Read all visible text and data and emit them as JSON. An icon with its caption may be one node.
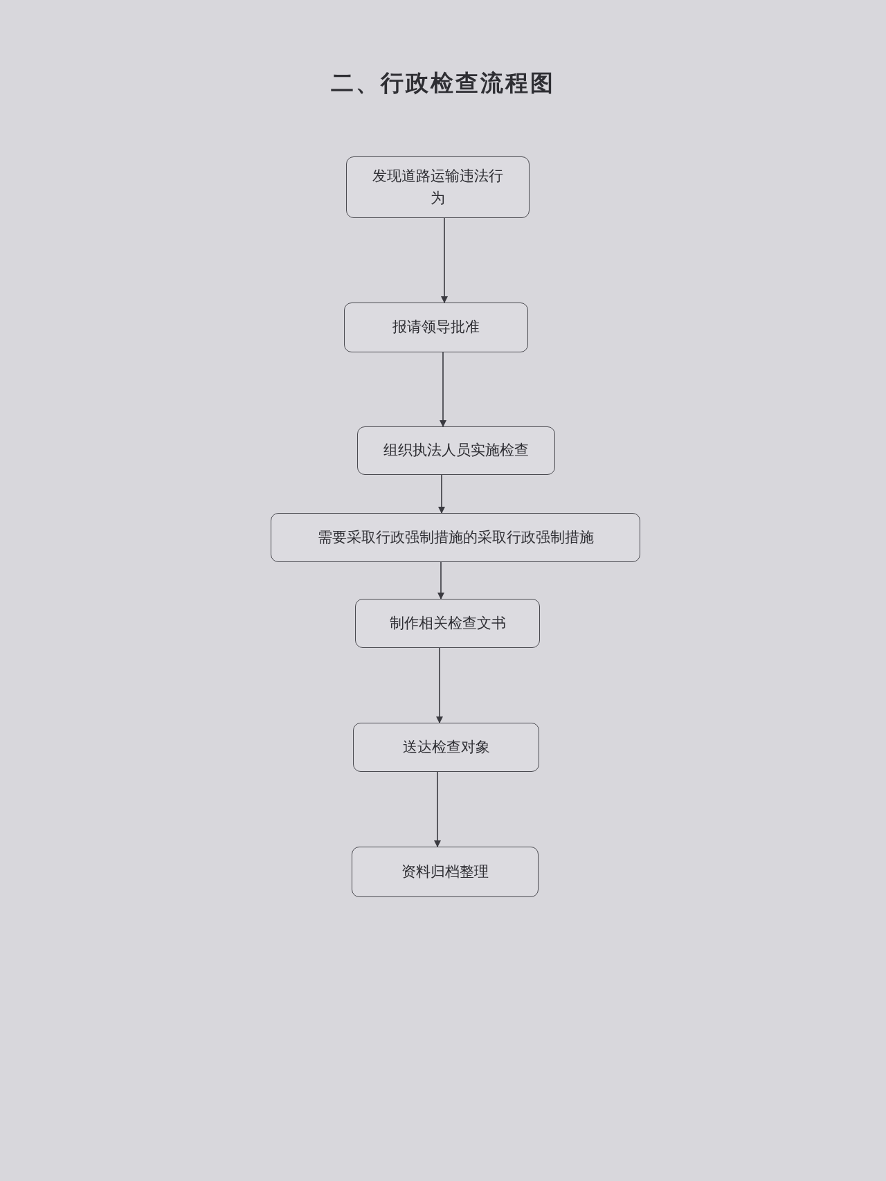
{
  "diagram": {
    "title": "二、行政检查流程图",
    "nodes": [
      {
        "text": [
          "发现道路运输违法行为"
        ]
      },
      {
        "text": [
          "报请领导批准"
        ]
      },
      {
        "text": [
          "组织执法人员实施检查"
        ]
      },
      {
        "text": [
          "需要采取行政强制措施的采取行政强制措施"
        ]
      },
      {
        "text": [
          "制作相关检查文书"
        ]
      },
      {
        "text": [
          "送达检查对象"
        ]
      },
      {
        "text": [
          "资料归档整理"
        ]
      }
    ],
    "edges": [
      {
        "from": 0,
        "to": 1,
        "arrow": "to"
      },
      {
        "from": 1,
        "to": 2,
        "arrow": "to"
      },
      {
        "from": 2,
        "to": 3,
        "arrow": "to"
      },
      {
        "from": 3,
        "to": 4,
        "arrow": "to"
      },
      {
        "from": 4,
        "to": 5,
        "arrow": "to"
      },
      {
        "from": 5,
        "to": 6,
        "arrow": "to"
      }
    ]
  }
}
